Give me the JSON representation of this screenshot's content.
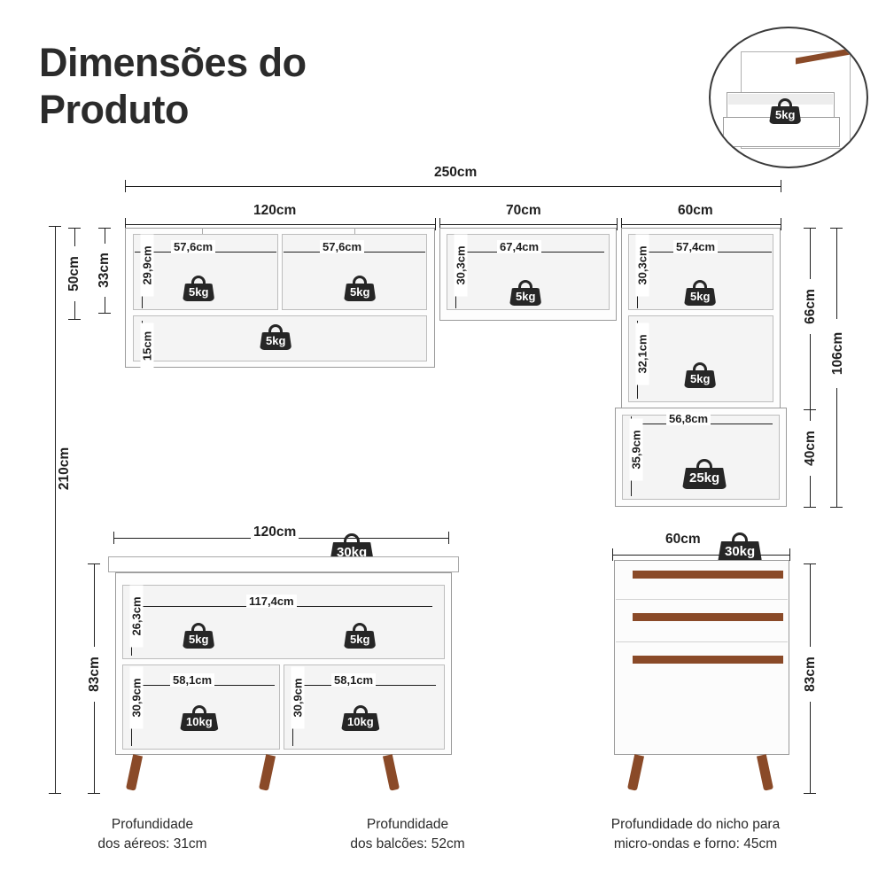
{
  "title": "Dimensões do\nProduto",
  "title_line1": "Dimensões do",
  "title_line2": "Produto",
  "inset": {
    "weight": "5kg",
    "name": "drawer-detail"
  },
  "diagram": {
    "overall_width": "250cm",
    "overall_height": "210cm",
    "upper": {
      "widths": [
        "120cm",
        "70cm",
        "60cm"
      ],
      "heights_left": [
        "50cm",
        "33cm"
      ],
      "heights_right": [
        "66cm",
        "106cm",
        "40cm"
      ],
      "niches": [
        {
          "width": "57,6cm",
          "height": "29,9cm",
          "weight": "5kg"
        },
        {
          "width": "57,6cm",
          "height": "29,9cm",
          "weight": "5kg"
        },
        {
          "width": "67,4cm",
          "height": "30,3cm",
          "weight": "5kg"
        },
        {
          "width": "57,4cm",
          "height": "30,3cm",
          "weight": "5kg"
        },
        {
          "width": "",
          "height": "32,1cm",
          "weight": "5kg"
        },
        {
          "width": "56,8cm",
          "height": "35,9cm",
          "weight": "25kg"
        }
      ],
      "shelf_strip": {
        "height": "15cm",
        "weight": "5kg"
      }
    },
    "lower_left": {
      "width": "120cm",
      "height": "83cm",
      "top_weight": "30kg",
      "upper_niche": {
        "width": "117,4cm",
        "height": "26,3cm",
        "weights": [
          "5kg",
          "5kg"
        ]
      },
      "lower_niches": [
        {
          "width": "58,1cm",
          "height": "30,9cm",
          "weight": "10kg"
        },
        {
          "width": "58,1cm",
          "height": "30,9cm",
          "weight": "10kg"
        }
      ]
    },
    "lower_right": {
      "width": "60cm",
      "height": "83cm",
      "top_weight": "30kg",
      "drawers": 3
    }
  },
  "captions": [
    {
      "line1": "Profundidade",
      "line2": "dos aéreos: 31cm"
    },
    {
      "line1": "Profundidade",
      "line2": "dos balcões: 52cm"
    },
    {
      "line1": "Profundidade do nicho para",
      "line2": "micro-ondas e forno: 45cm"
    }
  ],
  "colors": {
    "ink": "#1f1f1f",
    "panel": "#fdfdfd",
    "wood": "#8a4a28",
    "badge": "#262626"
  }
}
